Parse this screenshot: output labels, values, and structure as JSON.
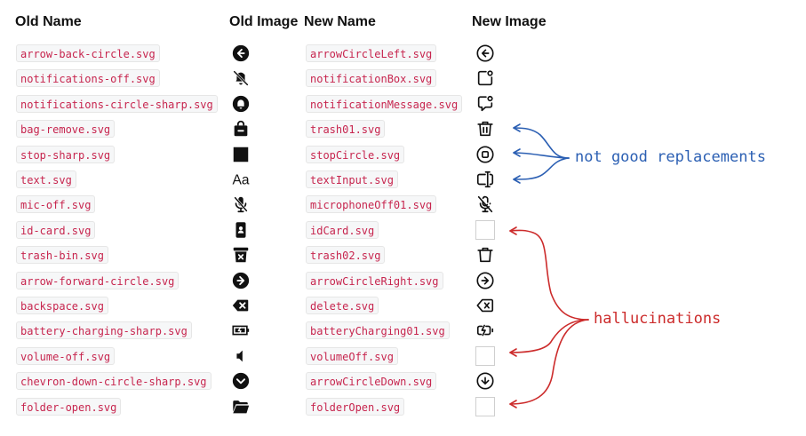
{
  "headers": {
    "old_name": "Old Name",
    "old_image": "Old Image",
    "new_name": "New Name",
    "new_image": "New Image"
  },
  "rows": [
    {
      "old_name": "arrow-back-circle.svg",
      "old_icon": "arrow-back-circle-icon",
      "new_name": "arrowCircleLeft.svg",
      "new_icon": "arrow-circle-left-icon"
    },
    {
      "old_name": "notifications-off.svg",
      "old_icon": "notifications-off-icon",
      "new_name": "notificationBox.svg",
      "new_icon": "notification-box-icon"
    },
    {
      "old_name": "notifications-circle-sharp.svg",
      "old_icon": "notifications-circle-icon",
      "new_name": "notificationMessage.svg",
      "new_icon": "notification-message-icon"
    },
    {
      "old_name": "bag-remove.svg",
      "old_icon": "bag-remove-icon",
      "new_name": "trash01.svg",
      "new_icon": "trash-icon"
    },
    {
      "old_name": "stop-sharp.svg",
      "old_icon": "stop-icon",
      "new_name": "stopCircle.svg",
      "new_icon": "stop-circle-icon"
    },
    {
      "old_name": "text.svg",
      "old_icon": "text-icon",
      "new_name": "textInput.svg",
      "new_icon": "text-input-icon"
    },
    {
      "old_name": "mic-off.svg",
      "old_icon": "mic-off-icon",
      "new_name": "microphoneOff01.svg",
      "new_icon": "microphone-off-icon"
    },
    {
      "old_name": "id-card.svg",
      "old_icon": "id-card-icon",
      "new_name": "idCard.svg",
      "new_icon": "missing-image-icon"
    },
    {
      "old_name": "trash-bin.svg",
      "old_icon": "trash-bin-icon",
      "new_name": "trash02.svg",
      "new_icon": "trash-outline-icon"
    },
    {
      "old_name": "arrow-forward-circle.svg",
      "old_icon": "arrow-forward-circle-icon",
      "new_name": "arrowCircleRight.svg",
      "new_icon": "arrow-circle-right-icon"
    },
    {
      "old_name": "backspace.svg",
      "old_icon": "backspace-icon",
      "new_name": "delete.svg",
      "new_icon": "delete-icon"
    },
    {
      "old_name": "battery-charging-sharp.svg",
      "old_icon": "battery-charging-icon",
      "new_name": "batteryCharging01.svg",
      "new_icon": "battery-charging-outline-icon"
    },
    {
      "old_name": "volume-off.svg",
      "old_icon": "volume-off-icon",
      "new_name": "volumeOff.svg",
      "new_icon": "missing-image-icon"
    },
    {
      "old_name": "chevron-down-circle-sharp.svg",
      "old_icon": "chevron-down-circle-icon",
      "new_name": "arrowCircleDown.svg",
      "new_icon": "arrow-circle-down-icon"
    },
    {
      "old_name": "folder-open.svg",
      "old_icon": "folder-open-icon",
      "new_name": "folderOpen.svg",
      "new_icon": "missing-image-icon"
    }
  ],
  "annotations": {
    "not_good": {
      "text": "not good replacements",
      "color": "#2b5fb3"
    },
    "hallucinations": {
      "text": "hallucinations",
      "color": "#cc2b2b"
    }
  },
  "colors": {
    "code_text": "#c7254e",
    "code_bg": "#f6f7f8"
  }
}
